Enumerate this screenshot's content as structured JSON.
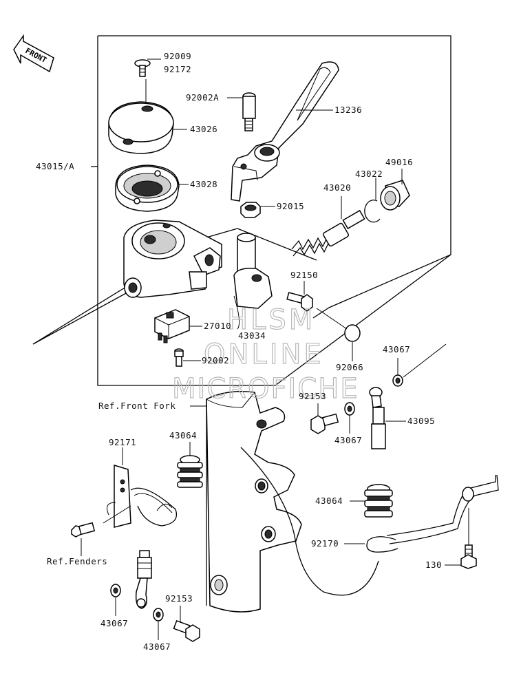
{
  "diagram": {
    "front_label": "FRONT",
    "parts": [
      {
        "id": "p92009",
        "number": "92009"
      },
      {
        "id": "p92172",
        "number": "92172"
      },
      {
        "id": "p92002A",
        "number": "92002A"
      },
      {
        "id": "p13236",
        "number": "13236"
      },
      {
        "id": "p43026",
        "number": "43026"
      },
      {
        "id": "p43015A",
        "number": "43015/A"
      },
      {
        "id": "p49016",
        "number": "49016"
      },
      {
        "id": "p43022",
        "number": "43022"
      },
      {
        "id": "p43028",
        "number": "43028"
      },
      {
        "id": "p43020",
        "number": "43020"
      },
      {
        "id": "p92015",
        "number": "92015"
      },
      {
        "id": "p92150",
        "number": "92150"
      },
      {
        "id": "p27010",
        "number": "27010"
      },
      {
        "id": "p43034",
        "number": "43034"
      },
      {
        "id": "p92002",
        "number": "92002"
      },
      {
        "id": "p92066",
        "number": "92066"
      },
      {
        "id": "p43067a",
        "number": "43067"
      },
      {
        "id": "p92153a",
        "number": "92153"
      },
      {
        "id": "p43095",
        "number": "43095"
      },
      {
        "id": "p43067b",
        "number": "43067"
      },
      {
        "id": "p92171",
        "number": "92171"
      },
      {
        "id": "p43064a",
        "number": "43064"
      },
      {
        "id": "p43064b",
        "number": "43064"
      },
      {
        "id": "p92170",
        "number": "92170"
      },
      {
        "id": "p130",
        "number": "130"
      },
      {
        "id": "p92153b",
        "number": "92153"
      },
      {
        "id": "p43067c",
        "number": "43067"
      },
      {
        "id": "p43067d",
        "number": "43067"
      }
    ],
    "references": {
      "front_fork": "Ref.Front Fork",
      "fenders": "Ref.Fenders"
    },
    "watermark": [
      "HLSM",
      "ONLINE",
      "MICROFICHE"
    ]
  }
}
